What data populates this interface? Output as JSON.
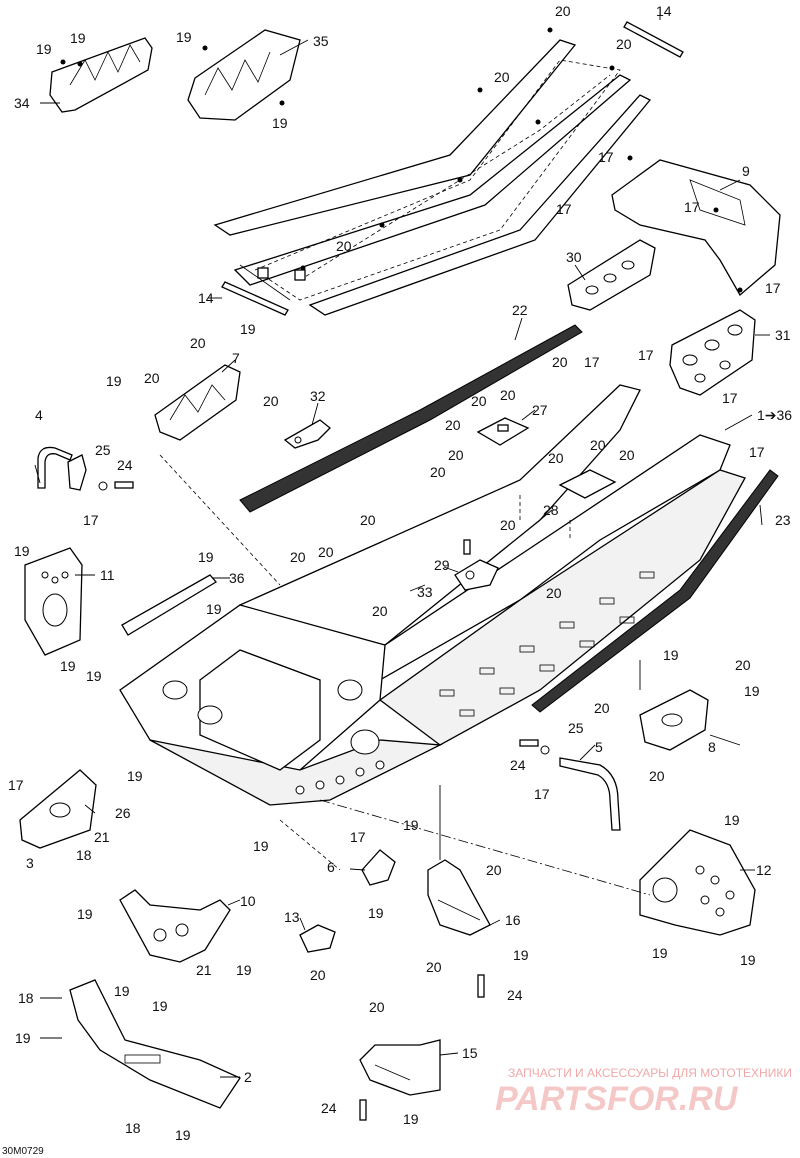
{
  "drawing_code": "30M0729",
  "watermark": {
    "tagline": "ЗАПЧАСТИ И АКСЕССУАРЫ ДЛЯ МОТОТЕХНИКИ",
    "logo": "PARTSFOR.RU"
  },
  "callouts": {
    "c1": "1➔36",
    "c2": "2",
    "c3": "3",
    "c4": "4",
    "c5": "5",
    "c6": "6",
    "c7": "7",
    "c8": "8",
    "c9": "9",
    "c10": "10",
    "c11": "11",
    "c12": "12",
    "c13": "13",
    "c14a": "14",
    "c14b": "14",
    "c15": "15",
    "c16": "16",
    "c17": "17",
    "c18": "18",
    "c19": "19",
    "c20": "20",
    "c21": "21",
    "c22": "22",
    "c23": "23",
    "c24": "24",
    "c25": "25",
    "c26": "26",
    "c27": "27",
    "c28": "28",
    "c29": "29",
    "c30": "30",
    "c31": "31",
    "c32": "32",
    "c33": "33",
    "c34": "34",
    "c35": "35",
    "c36": "36"
  }
}
